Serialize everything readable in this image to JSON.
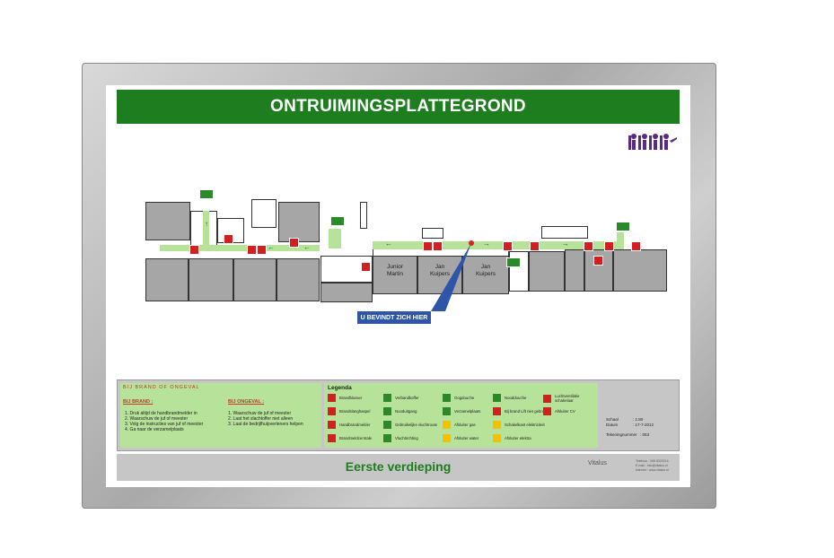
{
  "title": "ONTRUIMINGSPLATTEGROND",
  "floor_name": "Eerste verdieping",
  "you_are_here": "U BEVINDT ZICH HIER",
  "rooms": [
    {
      "name": "Junior\nMartin",
      "line1": "Junior",
      "line2": "Martin"
    },
    {
      "line1": "Jan",
      "line2": "Kuipers"
    },
    {
      "line1": "Jan",
      "line2": "Kuipers"
    }
  ],
  "instructions": {
    "header": "BIJ BRAND OF ONGEVAL",
    "fire": {
      "title": "BIJ BRAND :",
      "steps": [
        "1. Druk altijd de handbrandmelder in",
        "2. Waarschuw de juf of meester",
        "3. Volg de instructies van juf of meester",
        "4. Ga naar de verzamelplaats"
      ]
    },
    "accident": {
      "title": "BIJ ONGEVAL :",
      "steps": [
        "1. Waarschuw de juf of meester",
        "2. Laat het slachtoffer niet alleen",
        "3. Laat de bedrijfhulpverleners helpen"
      ]
    }
  },
  "legend": {
    "title": "Legenda",
    "items": [
      {
        "label": "Brandblusser",
        "color": "#d21f1f"
      },
      {
        "label": "Brandslanghaspel",
        "color": "#d21f1f"
      },
      {
        "label": "Handbrandmelder",
        "color": "#d21f1f"
      },
      {
        "label": "Brandmeldcentrale",
        "color": "#d21f1f"
      },
      {
        "label": "Verbandkoffer",
        "color": "#2a8a2a"
      },
      {
        "label": "Nooduitgang",
        "color": "#2a8a2a"
      },
      {
        "label": "Gebruikelijke vluchtroute",
        "color": "#2a8a2a"
      },
      {
        "label": "Vluchtrichting",
        "color": "#2a8a2a"
      },
      {
        "label": "Oogdouche",
        "color": "#2a8a2a"
      },
      {
        "label": "Verzamelplaats",
        "color": "#2a8a2a"
      },
      {
        "label": "Afsluiter gas",
        "color": "#f2c200"
      },
      {
        "label": "Afsluiter water",
        "color": "#f2c200"
      },
      {
        "label": "Nooddouche",
        "color": "#2a8a2a"
      },
      {
        "label": "Bij brand Lift niet gebruiken",
        "color": "#d21f1f"
      },
      {
        "label": "Schakelkast elektriciteit",
        "color": "#f2c200"
      },
      {
        "label": "Afsluiter elektra",
        "color": "#f2c200"
      },
      {
        "label": "Luchtventilatie schakelaar",
        "color": "#d21f1f"
      },
      {
        "label": "Afsluiter CV",
        "color": "#d21f1f"
      }
    ]
  },
  "meta": {
    "scale_label": "Schaal",
    "scale_value": ": 1:80",
    "date_label": "Datum",
    "date_value": ": 17-7-2012",
    "drawing_label": "Tekeningnummer",
    "drawing_value": ": 053"
  },
  "brand": "Vitalus",
  "brand_info": [
    "Telefoon : 055 5329214",
    "E-mail : info@vitalus.nl",
    "Internet : www.vitalus.nl"
  ],
  "colors": {
    "title_bg": "#1e7d1e",
    "corridor": "#b6e29a",
    "room": "#a6a6a6",
    "you_are_here": "#2e55a8",
    "logo": "#5b2a86"
  }
}
